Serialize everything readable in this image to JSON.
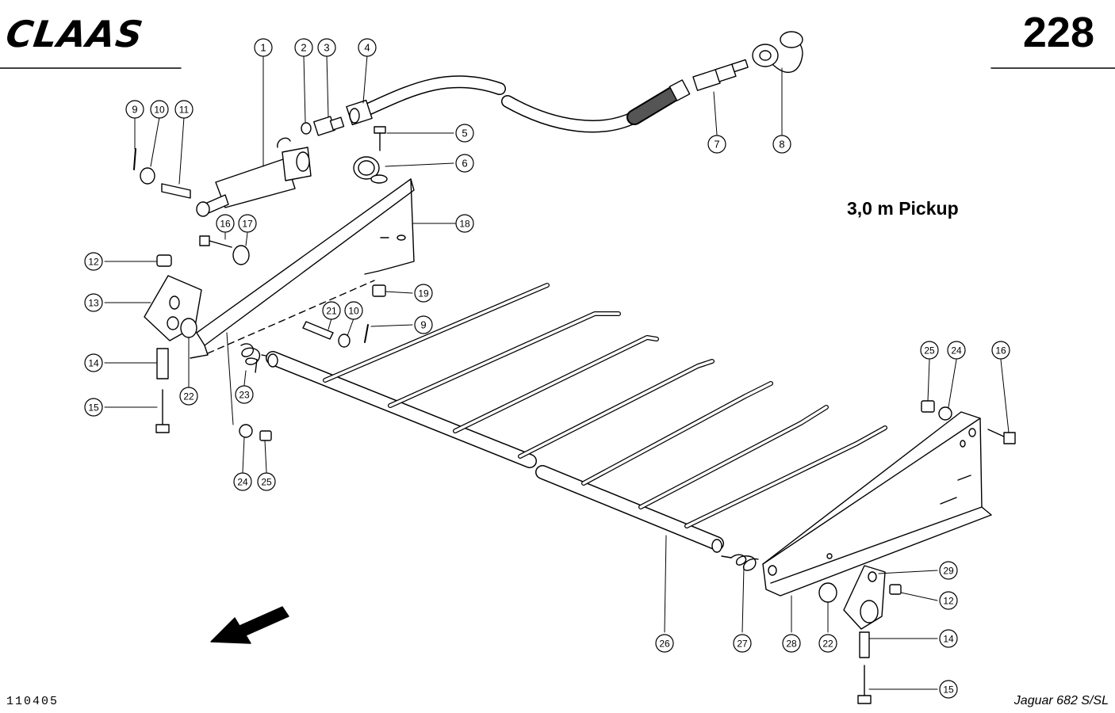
{
  "header": {
    "brand": "CLAAS",
    "page_number": "228"
  },
  "diagram": {
    "subtitle": "3,0 m Pickup",
    "reference_number": "110405",
    "model": "Jaguar 682 S/SL",
    "callouts": [
      "1",
      "2",
      "3",
      "4",
      "5",
      "6",
      "7",
      "8",
      "9",
      "10",
      "11",
      "12",
      "13",
      "14",
      "15",
      "16",
      "17",
      "18",
      "19",
      "21",
      "10",
      "9",
      "22",
      "23",
      "24",
      "25",
      "25",
      "24",
      "16",
      "26",
      "27",
      "28",
      "22",
      "29",
      "12",
      "14",
      "15"
    ]
  }
}
